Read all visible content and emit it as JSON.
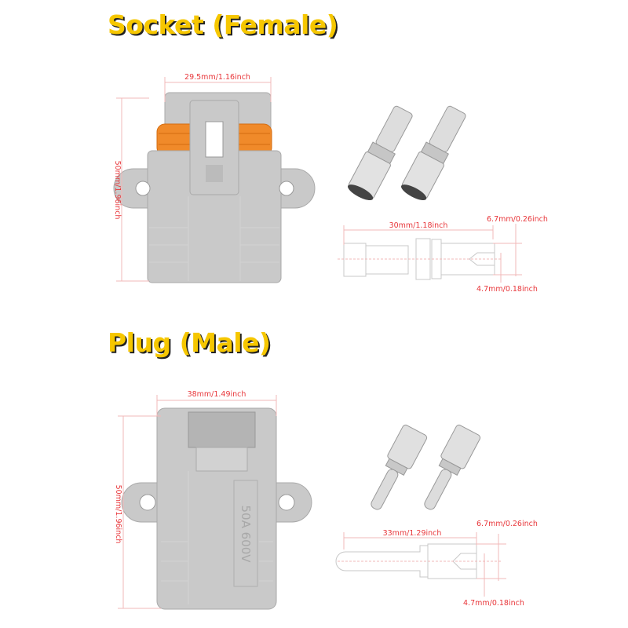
{
  "socket": {
    "title": "Socket (Female)",
    "width_label": "29.5mm/1.16inch",
    "height_label": "50mm/1.96inch",
    "pin_length_label": "30mm/1.18inch",
    "pin_outer_diameter_label": "6.7mm/0.26inch",
    "pin_inner_diameter_label": "4.7mm/0.18inch"
  },
  "plug": {
    "title": "Plug (Male)",
    "width_label": "38mm/1.49inch",
    "height_label": "50mm/1.96inch",
    "housing_stamp": "50A 600V",
    "pin_length_label": "33mm/1.29inch",
    "pin_outer_diameter_label": "6.7mm/0.26inch",
    "pin_inner_diameter_label": "4.7mm/0.18inch"
  },
  "colors": {
    "title": "#f6c700",
    "dimension": "#e8363a",
    "housing": "#c9c9c9",
    "seal": "#f08a2a"
  }
}
